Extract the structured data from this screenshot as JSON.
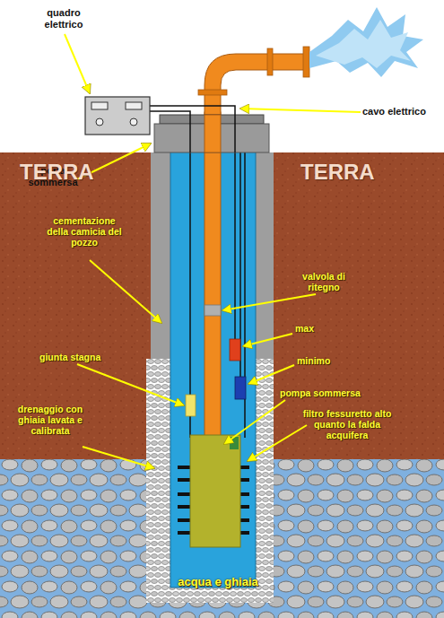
{
  "diagram": {
    "labels": [
      "quadro elettrico",
      "cavo elettrico",
      "porta sommersa",
      "TERRA",
      "TERRA",
      "cementazione della camicia del pozzo",
      "valvola di ritegno",
      "max",
      "giunta stagna",
      "minimo",
      "pompa sommersa",
      "drenaggio con ghiaia lavata e calibrata",
      "filtro fessuretto alto quanto la falda acquifera",
      "acqua e ghiaia"
    ]
  }
}
